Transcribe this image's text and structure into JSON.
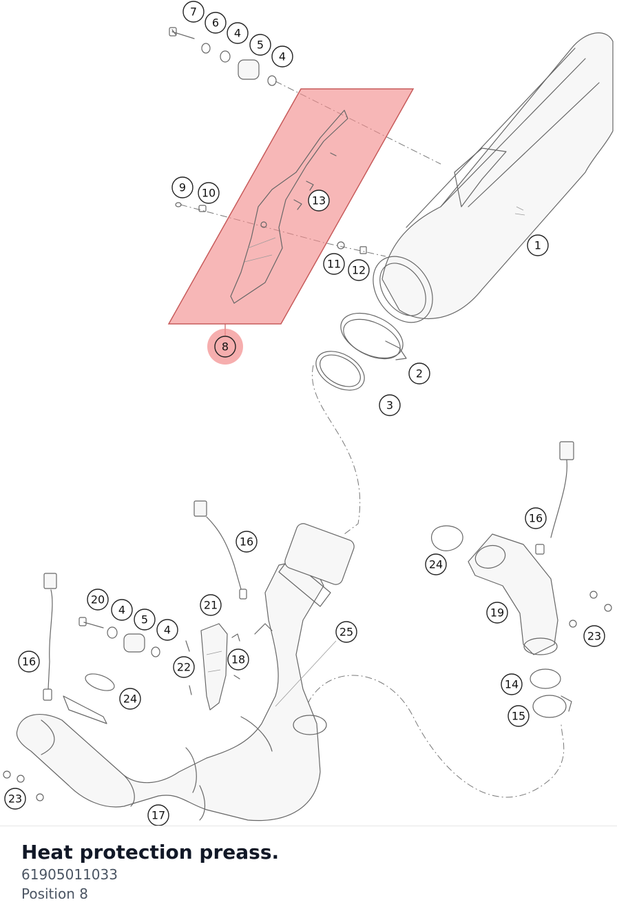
{
  "part": {
    "name": "Heat protection preass.",
    "number": "61905011033",
    "position": "Position 8"
  },
  "highlight": {
    "color": "#f28b8b",
    "selected_callout": "8"
  },
  "callouts": [
    "7",
    "6",
    "4",
    "5",
    "4",
    "9",
    "10",
    "13",
    "1",
    "11",
    "12",
    "8",
    "2",
    "3",
    "16",
    "16",
    "24",
    "20",
    "4",
    "5",
    "4",
    "21",
    "25",
    "16",
    "22",
    "18",
    "19",
    "23",
    "24",
    "14",
    "15",
    "23",
    "17"
  ]
}
